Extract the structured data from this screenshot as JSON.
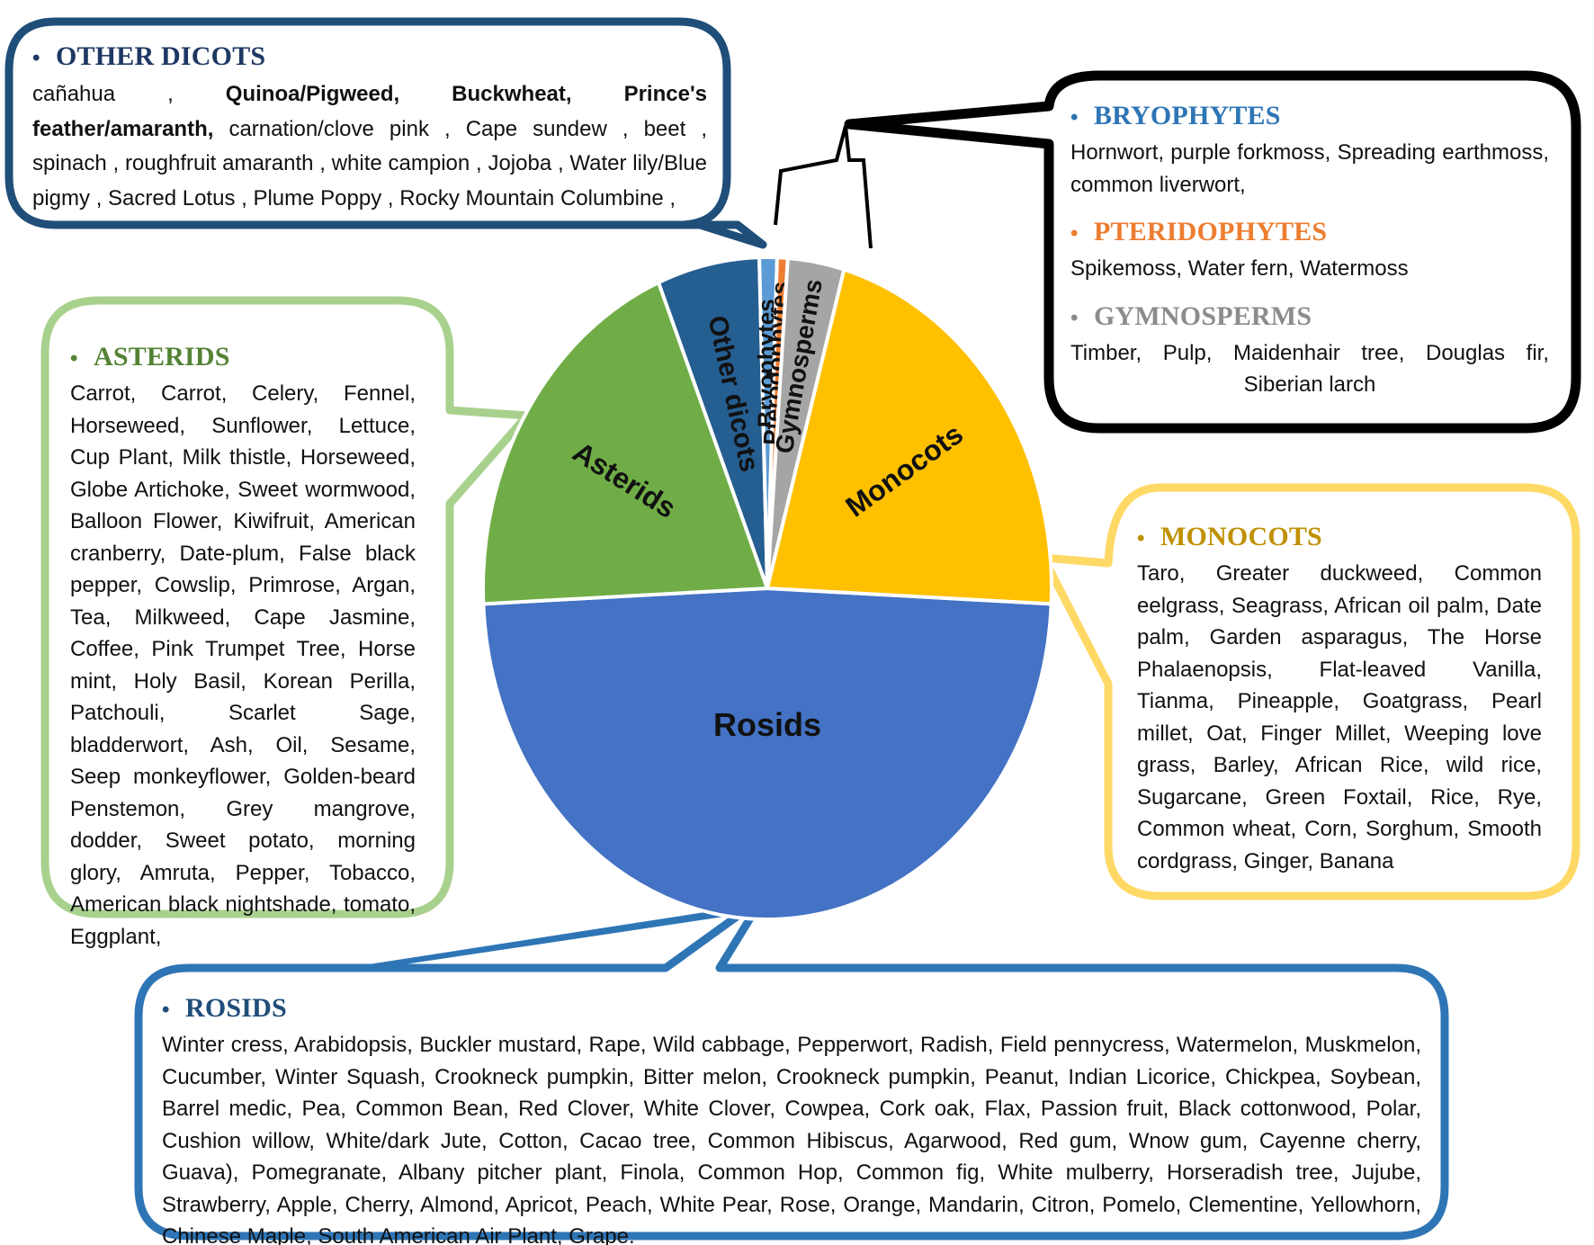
{
  "chart_data": {
    "type": "pie",
    "slices": [
      {
        "name": "Rosids",
        "value": 48.5,
        "color": "#4472c4"
      },
      {
        "name": "Asterids",
        "value": 19.5,
        "color": "#70ad47"
      },
      {
        "name": "Other dicots",
        "value": 5.8,
        "color": "#255e91"
      },
      {
        "name": "Bryophytes",
        "value": 1.0,
        "color": "#5b9bd5"
      },
      {
        "name": "Pterodophytes",
        "value": 0.6,
        "color": "#ed7d31"
      },
      {
        "name": "Gymnosperms",
        "value": 3.2,
        "color": "#a5a5a5"
      },
      {
        "name": "Monocots",
        "value": 21.4,
        "color": "#ffc000"
      }
    ]
  },
  "callouts": {
    "other_dicots": {
      "title": "OTHER DICOTS",
      "color": "#1f3864",
      "text_prefix": "cañahua , ",
      "text_bold": "Quinoa/Pigweed, Buckwheat, Prince's feather/amaranth,",
      "text_rest": " carnation/clove pink , Cape sundew , beet , spinach , roughfruit amaranth , white campion , Jojoba , Water lily/Blue pigmy , Sacred Lotus , Plume Poppy , Rocky Mountain Columbine ,"
    },
    "bryophytes": {
      "title": "BRYOPHYTES",
      "color": "#2e75b6",
      "text": "Hornwort, purple forkmoss, Spreading earthmoss, common liverwort,"
    },
    "pteridophytes": {
      "title": "PTERIDOPHYTES",
      "color": "#ed7d31",
      "text": "Spikemoss, Water fern, Watermoss"
    },
    "gymnosperms": {
      "title": "GYMNOSPERMS",
      "color": "#8c8c8c",
      "text": "Timber, Pulp, Maidenhair tree, Douglas fir, Siberian larch"
    },
    "asterids": {
      "title": "ASTERIDS",
      "color": "#548235",
      "text": "Carrot, Carrot, Celery, Fennel, Horseweed, Sunflower, Lettuce, Cup Plant, Milk thistle, Horseweed, Globe Artichoke, Sweet wormwood, Balloon Flower, Kiwifruit, American cranberry, Date-plum, False black pepper, Cowslip, Primrose, Argan, Tea, Milkweed, Cape Jasmine, Coffee, Pink Trumpet Tree, Horse mint, Holy Basil, Korean Perilla, Patchouli, Scarlet Sage, bladderwort, Ash, Oil, Sesame, Seep monkeyflower, Golden-beard Penstemon, Grey mangrove, dodder, Sweet potato, morning glory, Amruta, Pepper, Tobacco, American black nightshade, tomato, Eggplant,"
    },
    "monocots": {
      "title": "MONOCOTS",
      "color": "#bf9000",
      "text": "Taro, Greater duckweed, Common eelgrass, Seagrass, African oil palm, Date palm, Garden asparagus, The Horse Phalaenopsis, Flat-leaved Vanilla, Tianma, Pineapple, Goatgrass, Pearl millet, Oat, Finger Millet, Weeping love grass, Barley, African Rice, wild rice, Sugarcane, Green Foxtail, Rice, Rye, Common wheat, Corn, Sorghum, Smooth cordgrass, Ginger, Banana"
    },
    "rosids": {
      "title": "ROSIDS",
      "color": "#1f4e79",
      "text": "Winter cress, Arabidopsis, Buckler mustard, Rape, Wild cabbage, Pepperwort, Radish, Field pennycress, Watermelon, Muskmelon, Cucumber, Winter Squash, Crookneck pumpkin, Bitter melon, Crookneck pumpkin, Peanut, Indian Licorice, Chickpea, Soybean, Barrel medic, Pea, Common Bean, Red Clover, White Clover, Cowpea, Cork oak, Flax, Passion fruit, Black cottonwood, Polar, Cushion willow, White/dark Jute, Cotton, Cacao tree, Common Hibiscus, Agarwood, Red gum, Wnow gum, Cayenne cherry, Guava), Pomegranate, Albany pitcher plant, Finola, Common Hop, Common fig, White mulberry, Horseradish tree, Jujube, Strawberry, Apple, Cherry, Almond, Apricot, Peach, White Pear, Rose, Orange, Mandarin, Citron, Pomelo, Clementine, Yellowhorn, Chinese Maple, South American Air Plant, Grape."
    }
  }
}
